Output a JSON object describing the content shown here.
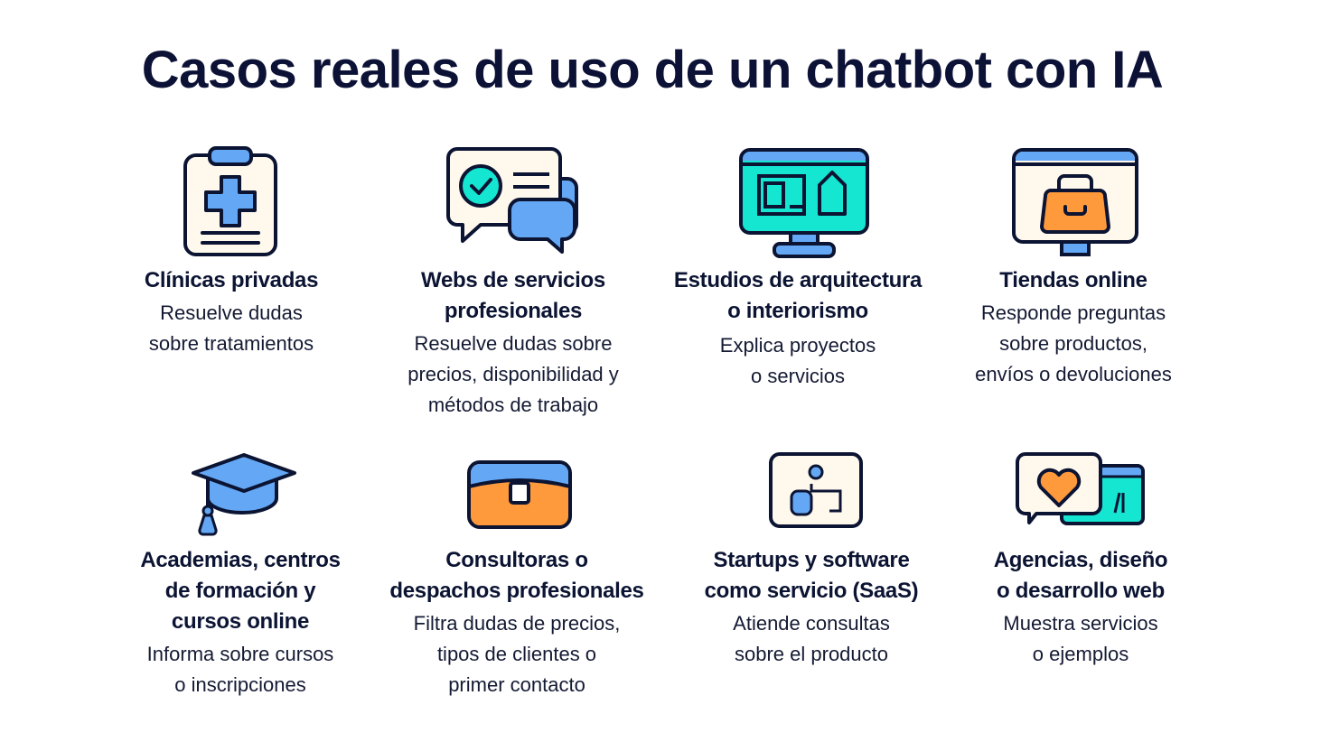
{
  "title": "Casos reales de uso de un chatbot con IA",
  "colors": {
    "navy": "#0c1433",
    "blue": "#64a8f5",
    "teal": "#14e6d2",
    "orange": "#ff9a3c",
    "cream": "#fff8ec"
  },
  "cards": [
    {
      "icon": "clipboard-medical-icon",
      "title_lines": [
        "Clínicas privadas"
      ],
      "desc_lines": [
        "Resuelve dudas",
        "sobre tratamientos"
      ]
    },
    {
      "icon": "chat-bubbles-check-icon",
      "title_lines": [
        "Webs de servicios",
        "profesionales"
      ],
      "desc_lines": [
        "Resuelve dudas sobre",
        "precios, disponibilidad y",
        "métodos de trabajo"
      ]
    },
    {
      "icon": "monitor-floorplan-icon",
      "title_lines": [
        "Estudios de arquitectura",
        "o interiorismo"
      ],
      "desc_lines": [
        "Explica proyectos",
        "o servicios"
      ]
    },
    {
      "icon": "monitor-shopping-bag-icon",
      "title_lines": [
        "Tiendas online"
      ],
      "desc_lines": [
        "Responde preguntas",
        "sobre productos,",
        "envíos o devoluciones"
      ]
    },
    {
      "icon": "graduation-cap-icon",
      "title_lines": [
        "Academias, centros",
        "de formación y",
        "cursos online"
      ],
      "desc_lines": [
        "Informa sobre cursos",
        "o inscripciones"
      ]
    },
    {
      "icon": "briefcase-icon",
      "title_lines": [
        "Consultoras o",
        "despachos profesionales"
      ],
      "desc_lines": [
        "Filtra dudas de precios,",
        "tipos de clientes o",
        "primer contacto"
      ]
    },
    {
      "icon": "user-flow-icon",
      "title_lines": [
        "Startups y software",
        "como servicio (SaaS)"
      ],
      "desc_lines": [
        "Atiende consultas",
        "sobre el producto"
      ]
    },
    {
      "icon": "heart-chat-window-icon",
      "title_lines": [
        "Agencias, diseño",
        "o desarrollo web"
      ],
      "desc_lines": [
        "Muestra servicios",
        "o ejemplos"
      ]
    }
  ]
}
